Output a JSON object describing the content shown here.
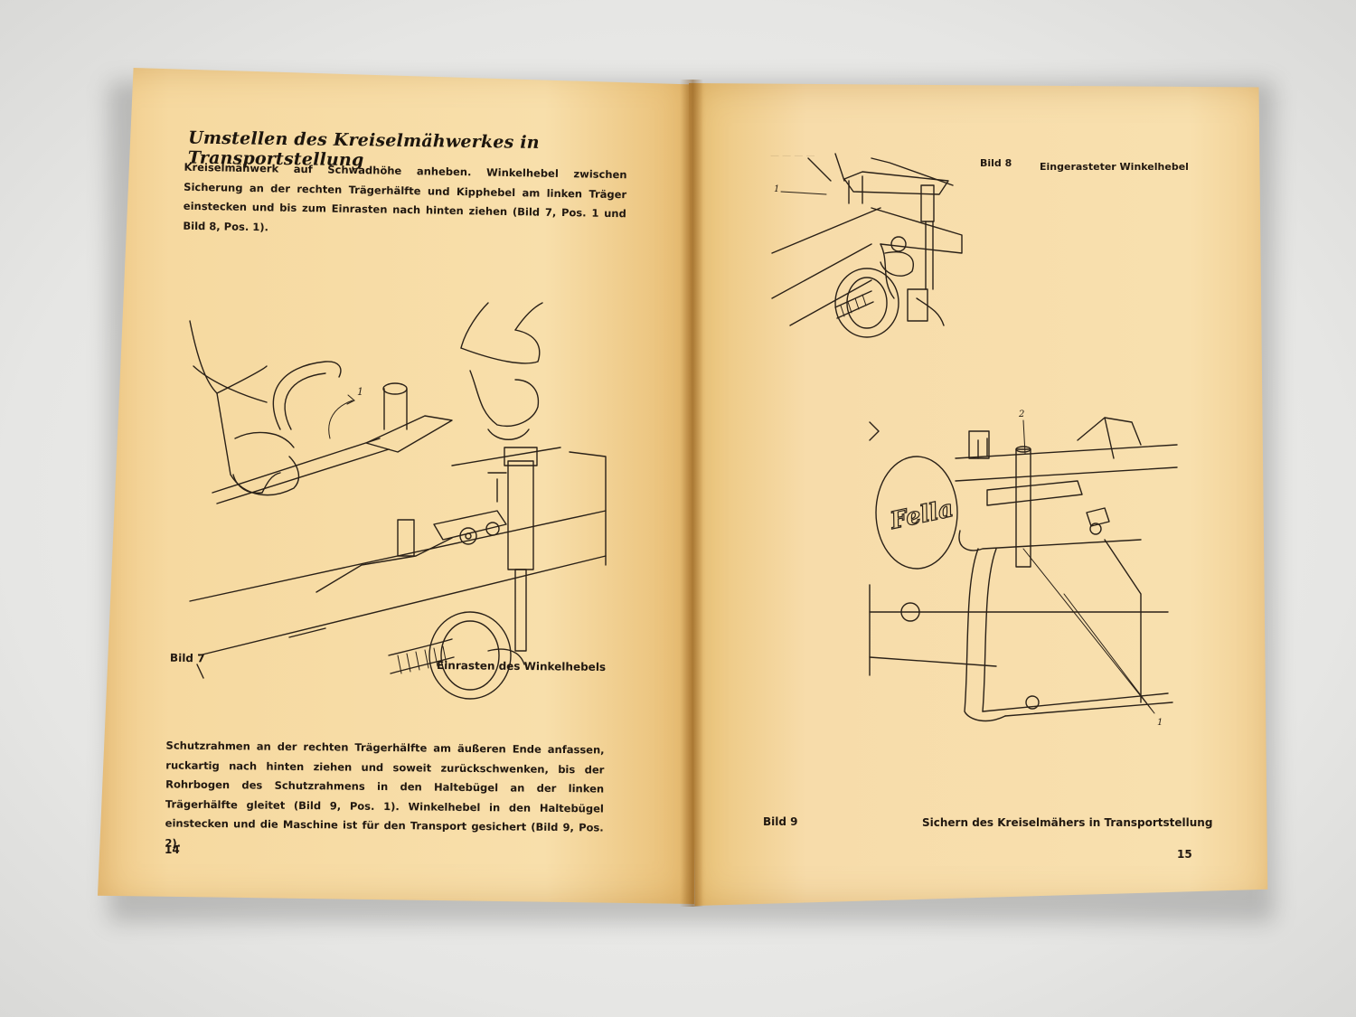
{
  "left_page": {
    "title": "Umstellen des Kreiselmähwerkes in Transportstellung",
    "intro_text": "Kreiselmähwerk auf Schwadhöhe anheben. Winkelhebel zwischen Sicherung an der rechten Trägerhälfte und Kipphebel am linken Träger einstecken und bis zum Einrasten nach hinten ziehen (Bild 7, Pos. 1 und Bild 8, Pos. 1).",
    "figure_label": "Bild 7",
    "figure_caption": "Einrasten des Winkelhebels",
    "figure_callout": "1",
    "body_text": "Schutzrahmen an der rechten Trägerhälfte am äußeren Ende anfassen, ruckartig nach hinten ziehen und soweit zurückschwenken, bis der Rohrbogen des Schutzrahmens in den Haltebügel an der linken Trägerhälfte gleitet (Bild 9, Pos. 1). Winkelhebel in den Haltebügel einstecken und die Maschine ist für den Transport gesichert (Bild 9, Pos. 2).",
    "page_number": "14"
  },
  "right_page": {
    "figure8_label": "Bild 8",
    "figure8_caption": "Eingerasteter Winkelhebel",
    "figure8_callout": "1",
    "figure9_label": "Bild 9",
    "figure9_caption": "Sichern des Kreiselmähers in Transportstellung",
    "figure9_callout_1": "1",
    "figure9_callout_2": "2",
    "brand": "Fella",
    "page_number": "15"
  }
}
